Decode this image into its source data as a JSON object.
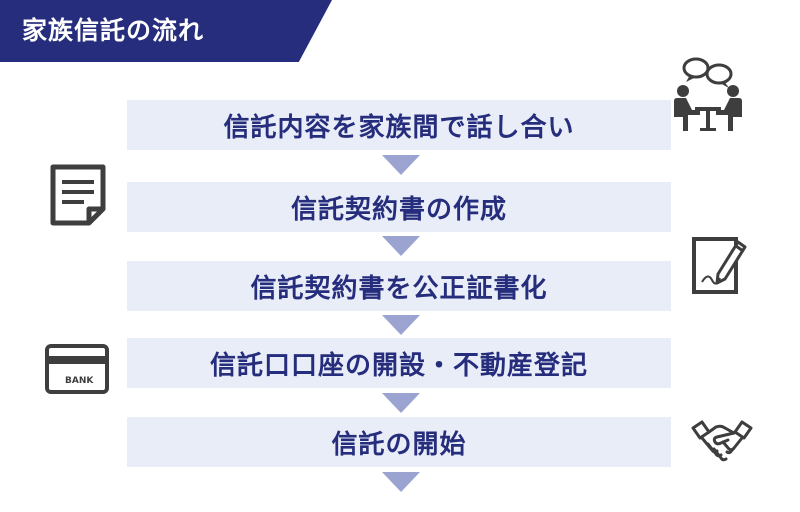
{
  "title": "家族信託の流れ",
  "steps": [
    {
      "label": "信託内容を家族間で話し合い"
    },
    {
      "label": "信託契約書の作成"
    },
    {
      "label": "信託契約書を公正証書化"
    },
    {
      "label": "信託口口座の開設・不動産登記"
    },
    {
      "label": "信託の開始"
    }
  ],
  "icons": {
    "meeting": "meeting-icon",
    "document": "document-icon",
    "contract_sign": "pen-sign-icon",
    "bank_card": "bank-card-icon",
    "handshake": "handshake-icon"
  },
  "bank_card_text": "BANK",
  "colors": {
    "banner": "#262d7c",
    "step_background": "#e8edf8",
    "step_text": "#262d7c",
    "arrow": "#9ba3d1",
    "icon": "#3e3e3e"
  }
}
